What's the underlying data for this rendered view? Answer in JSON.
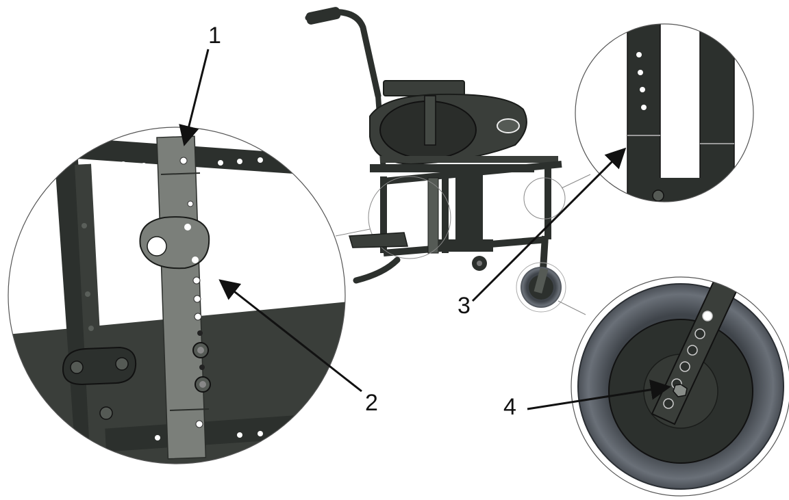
{
  "callouts": [
    {
      "id": "1",
      "label": "1"
    },
    {
      "id": "2",
      "label": "2"
    },
    {
      "id": "3",
      "label": "3"
    },
    {
      "id": "4",
      "label": "4"
    }
  ],
  "colors": {
    "frame": "#2c302d",
    "frame_light": "#4a504b",
    "plate": "#7b7f7a",
    "seat": "#3a3e3a",
    "tire": "#5b6068",
    "background": "#ffffff",
    "arrow": "#111111"
  }
}
